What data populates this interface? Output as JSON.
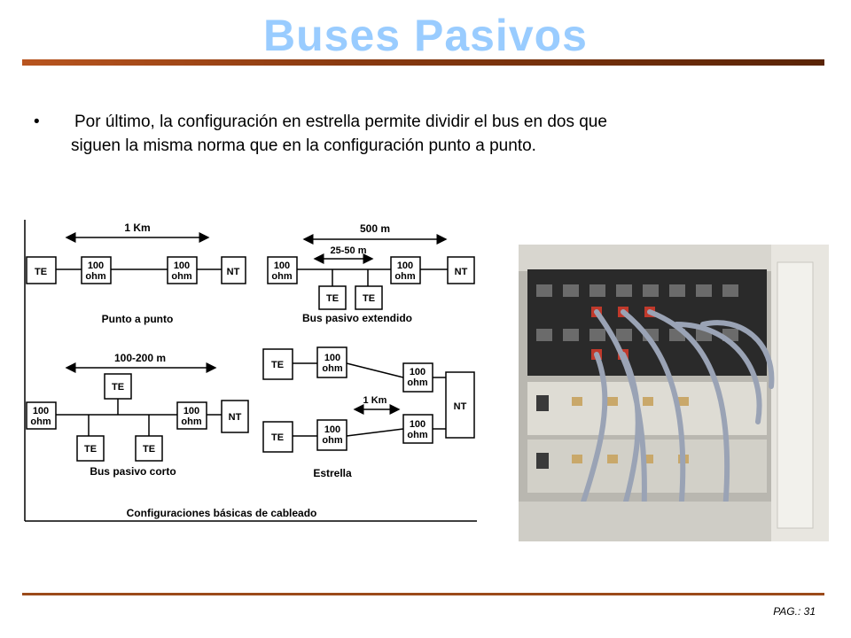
{
  "slide": {
    "title": "Buses Pasivos",
    "bullet": "•",
    "text_line1": "Por último, la configuración en estrella permite dividir el bus en dos que",
    "text_line2": "siguen la misma norma que en la configuración punto a punto.",
    "page_label": "PAG.: 31"
  },
  "diagram": {
    "te": "TE",
    "nt": "NT",
    "r100": "100",
    "ohm": "ohm",
    "dist_1km": "1 Km",
    "dist_500m": "500 m",
    "dist_25_50m": "25-50 m",
    "dist_100_200m": "100-200 m",
    "label_punto": "Punto a punto",
    "label_extendido": "Bus pasivo extendido",
    "label_corto": "Bus pasivo corto",
    "label_estrella": "Estrella",
    "caption": "Configuraciones básicas de cableado"
  }
}
